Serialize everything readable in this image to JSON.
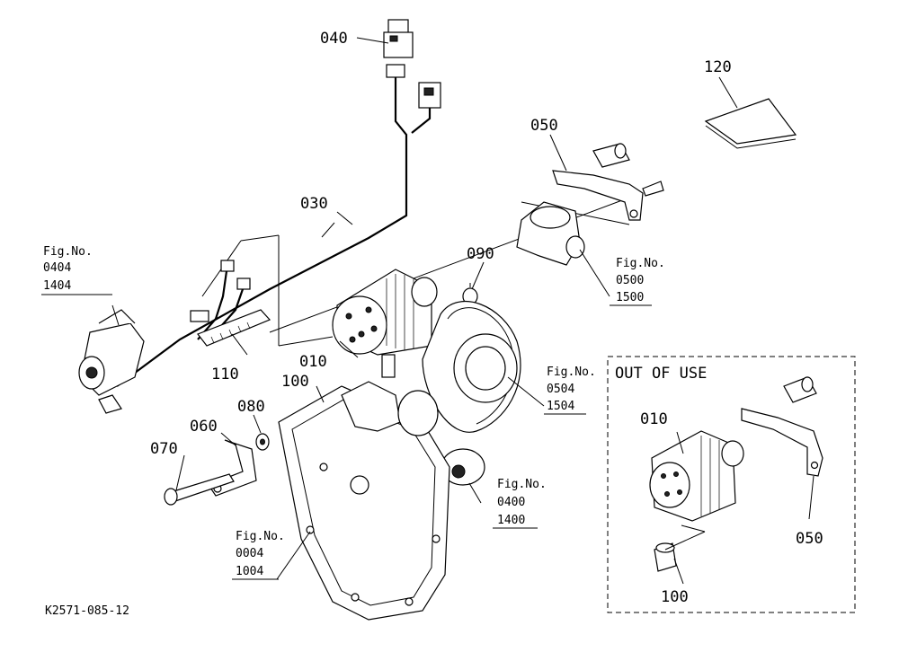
{
  "parts": {
    "p010": "010",
    "p030": "030",
    "p040": "040",
    "p050": "050",
    "p060": "060",
    "p070": "070",
    "p080": "080",
    "p090": "090",
    "p100": "100",
    "p110": "110",
    "p120": "120"
  },
  "figrefs": {
    "f0404": {
      "title": "Fig.No.",
      "a": "0404",
      "b": "1404"
    },
    "f0500": {
      "title": "Fig.No.",
      "a": "0500",
      "b": "1500"
    },
    "f0504": {
      "title": "Fig.No.",
      "a": "0504",
      "b": "1504"
    },
    "f0400": {
      "title": "Fig.No.",
      "a": "0400",
      "b": "1400"
    },
    "f0004": {
      "title": "Fig.No.",
      "a": "0004",
      "b": "1004"
    }
  },
  "out_of_use": {
    "title": "OUT OF USE",
    "p010": "010",
    "p050": "050",
    "p100": "100"
  },
  "code": "K2571-085-12"
}
